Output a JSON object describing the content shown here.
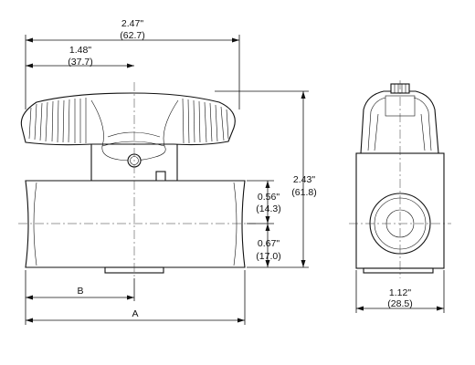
{
  "dimensions": {
    "overall_width": {
      "inch": "2.47\"",
      "mm": "(62.7)"
    },
    "handle_offset": {
      "inch": "1.48\"",
      "mm": "(37.7)"
    },
    "overall_height": {
      "inch": "2.43\"",
      "mm": "(61.8)"
    },
    "upper_body": {
      "inch": "0.56\"",
      "mm": "(14.3)"
    },
    "lower_body": {
      "inch": "0.67\"",
      "mm": "(17.0)"
    },
    "side_width": {
      "inch": "1.12\"",
      "mm": "(28.5)"
    },
    "dim_a": "A",
    "dim_b": "B"
  }
}
